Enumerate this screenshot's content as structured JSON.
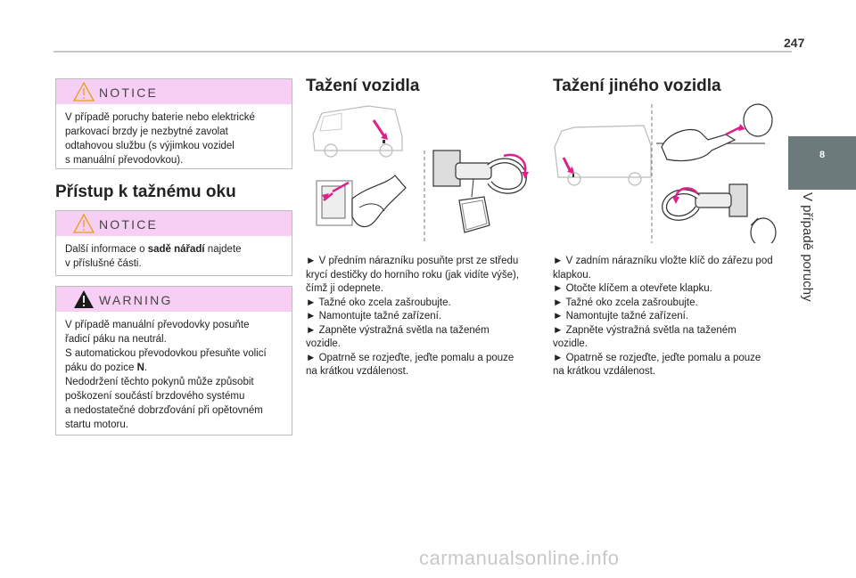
{
  "page": {
    "number": "247"
  },
  "side_tab": {
    "number": "8",
    "label": "V případě poruchy"
  },
  "notice1": {
    "label": "NOTICE",
    "lines": [
      "V případě poruchy baterie nebo elektrické",
      "parkovací brzdy je nezbytné zavolat",
      "odtahovou službu (s výjimkou vozidel",
      "s manuální převodovkou)."
    ]
  },
  "section_left": {
    "title": "Přístup k tažnému oku"
  },
  "notice2": {
    "label": "NOTICE",
    "line1_pre": "Další informace o ",
    "line1_bold": "sadě nářadí",
    "line1_post": " najdete",
    "line2": "v příslušné části."
  },
  "warning": {
    "label": "WARNING",
    "lines": [
      "V případě manuální převodovky posuňte",
      "řadicí páku na neutrál.",
      "S automatickou převodovkou přesuňte volicí"
    ],
    "line4_pre": "páku do pozice ",
    "line4_bold": "N",
    "line4_post": ".",
    "lines_after": [
      "Nedodržení těchto pokynů může způsobit",
      "poškození součástí brzdového systému",
      "a nedostatečné dobrzďování při opětovném",
      "startu motoru."
    ]
  },
  "section_mid": {
    "title": "Tažení vozidla",
    "lines": [
      "► V předním nárazníku posuňte prst ze středu",
      "krycí destičky do horního roku (jak vidíte výše),",
      "čímž ji odepnete.",
      "► Tažné oko zcela zašroubujte.",
      "► Namontujte tažné zařízení.",
      "► Zapněte výstražná světla na taženém",
      "vozidle.",
      "► Opatrně se rozjeďte, jeďte pomalu a pouze",
      "na krátkou vzdálenost."
    ]
  },
  "section_right": {
    "title": "Tažení jiného vozidla",
    "lines": [
      "► V zadním nárazníku vložte klíč do zářezu pod",
      "klapkou.",
      "► Otočte klíčem a otevřete klapku.",
      "► Tažné oko zcela zašroubujte.",
      "► Namontujte tažné zařízení.",
      "► Zapněte výstražná světla na taženém",
      "vozidle.",
      "► Opatrně se rozjeďte, jeďte pomalu a pouze",
      "na krátkou vzdálenost."
    ]
  },
  "footer": {
    "watermark": "carmanualsonline.info"
  },
  "colors": {
    "notice_bg": "#f7cff4",
    "tab_bg": "#6d7a7b",
    "accent_magenta": "#e0208a"
  },
  "icons": [
    "warning-triangle-outline-icon",
    "warning-triangle-filled-icon"
  ]
}
